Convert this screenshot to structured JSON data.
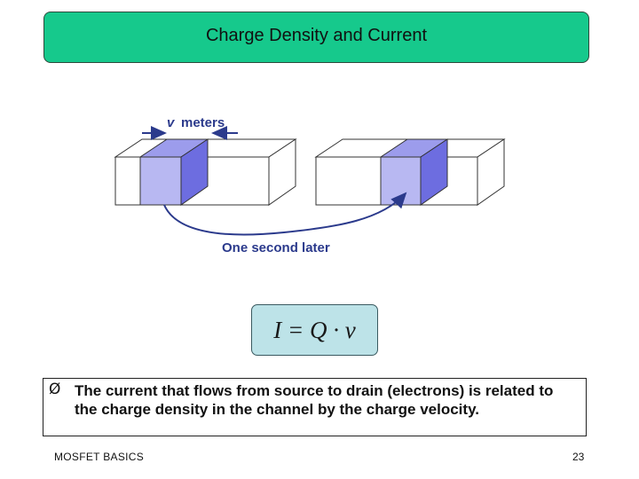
{
  "slide": {
    "title": "Charge Density and Current"
  },
  "diagram": {
    "velocity_label": "v",
    "velocity_units": "meters",
    "caption": "One second later"
  },
  "formula": {
    "text": "I = Q · v"
  },
  "bullet": {
    "marker": "Ø",
    "text": "The current that flows from source to drain (electrons) is related to the charge density in the channel by the charge velocity."
  },
  "footer": {
    "left": "MOSFET BASICS",
    "page_number": "23"
  },
  "colors": {
    "title_banner": "#16c98c",
    "charge_front": "#b8b8f2",
    "charge_side": "#6d6de0",
    "arrow": "#2b3a8c",
    "formula_box": "#bde3e8"
  }
}
